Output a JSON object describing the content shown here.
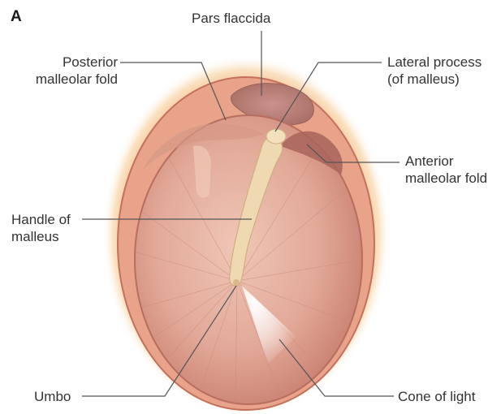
{
  "panel_letter": "A",
  "labels": {
    "pars_flaccida": "Pars flaccida",
    "posterior_fold": [
      "Posterior",
      "malleolar fold"
    ],
    "lateral_process": [
      "Lateral process",
      "(of malleus)"
    ],
    "anterior_fold": [
      "Anterior",
      "malleolar fold"
    ],
    "handle": [
      "Handle of",
      "malleus"
    ],
    "umbo": "Umbo",
    "cone_of_light": "Cone of light"
  },
  "colors": {
    "halo": "#f6c98c",
    "rim": "#cf7a68",
    "membrane": "#e6b1a3",
    "flaccida": "#c68c82",
    "malleus": "#eed8b0",
    "leader": "#555555",
    "text": "#333333"
  }
}
